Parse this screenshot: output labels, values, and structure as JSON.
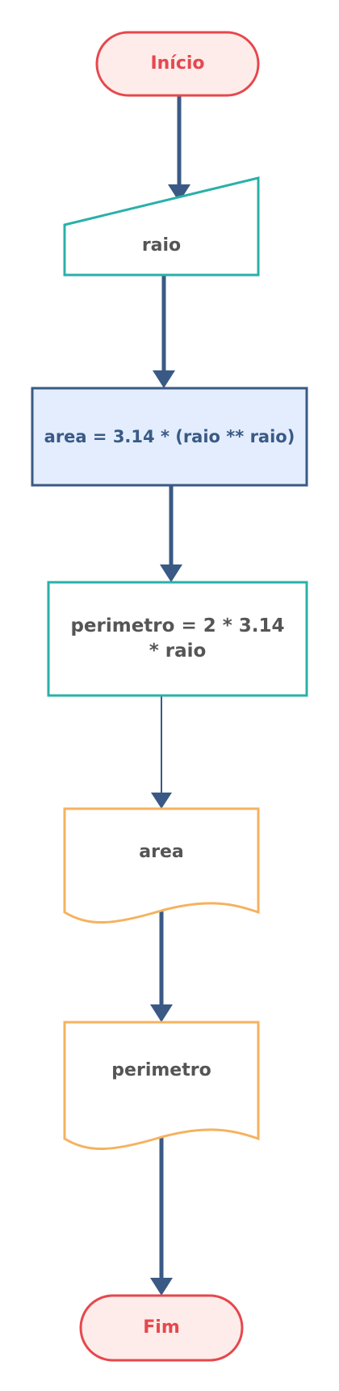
{
  "diagram": {
    "start": {
      "label": "Início",
      "fill": "#fdecea",
      "stroke": "#e5484d",
      "text_color": "#e5484d"
    },
    "input": {
      "label": "raio",
      "fill": "#ffffff",
      "stroke": "#2ab0a8",
      "text_color": "#555555"
    },
    "process_area": {
      "label": "area = 3.14 * (raio ** raio)",
      "fill": "#e3edfd",
      "stroke": "#3a5a85",
      "text_color": "#3a5a85"
    },
    "process_perimeter": {
      "label": "perimetro = 2 * 3.14 * raio",
      "fill": "#ffffff",
      "stroke": "#2ab0a8",
      "text_color": "#555555"
    },
    "output_area": {
      "label": "area",
      "fill": "#ffffff",
      "stroke": "#f5b25f",
      "text_color": "#555555"
    },
    "output_perimeter": {
      "label": "perimetro",
      "fill": "#ffffff",
      "stroke": "#f5b25f",
      "text_color": "#555555"
    },
    "end": {
      "label": "Fim",
      "fill": "#fdecea",
      "stroke": "#e5484d",
      "text_color": "#e5484d"
    },
    "connector_color": "#3a5a85"
  }
}
